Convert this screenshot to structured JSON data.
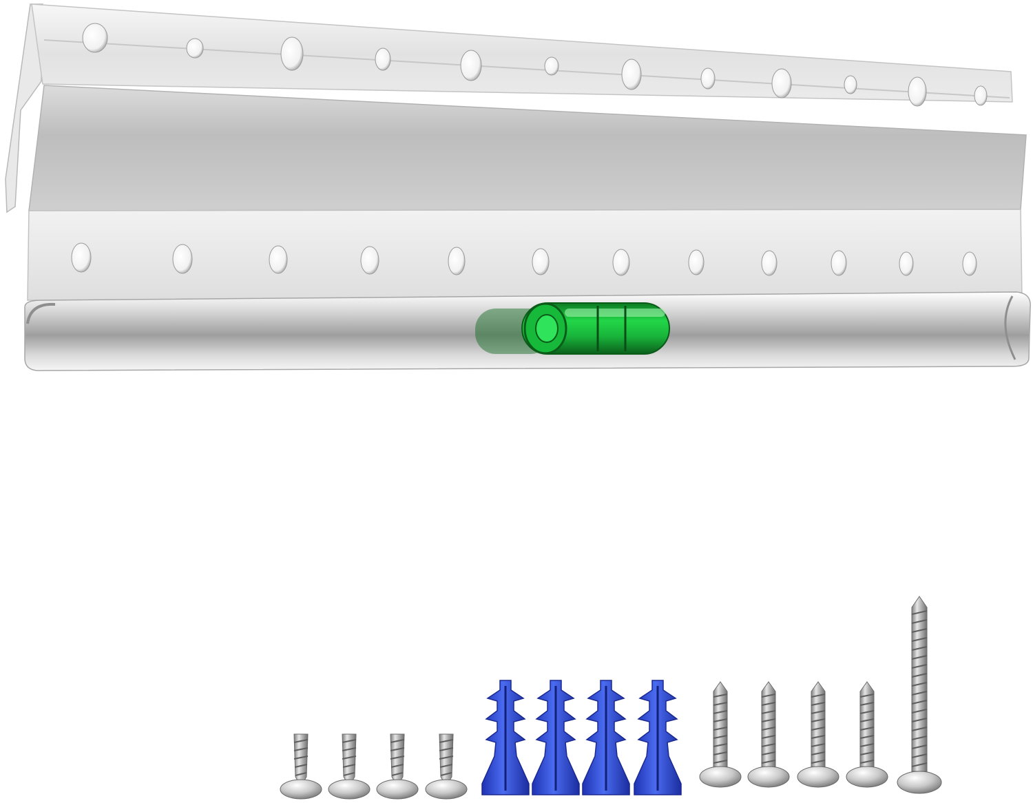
{
  "scene": {
    "background": "#ffffff",
    "subject": "aluminum-wall-rail-with-bubble-level",
    "hardware": [
      {
        "kind": "short-screw",
        "count": 4
      },
      {
        "kind": "blue-wall-anchor",
        "count": 4
      },
      {
        "kind": "medium-screw",
        "count": 4
      },
      {
        "kind": "long-screw",
        "count": 1
      }
    ]
  },
  "colors": {
    "metal_light": "#f4f4f4",
    "metal_mid": "#d2d2d2",
    "metal_dark": "#9a9a9a",
    "level_green": "#16c53a",
    "anchor_blue": "#2f4fd8"
  }
}
